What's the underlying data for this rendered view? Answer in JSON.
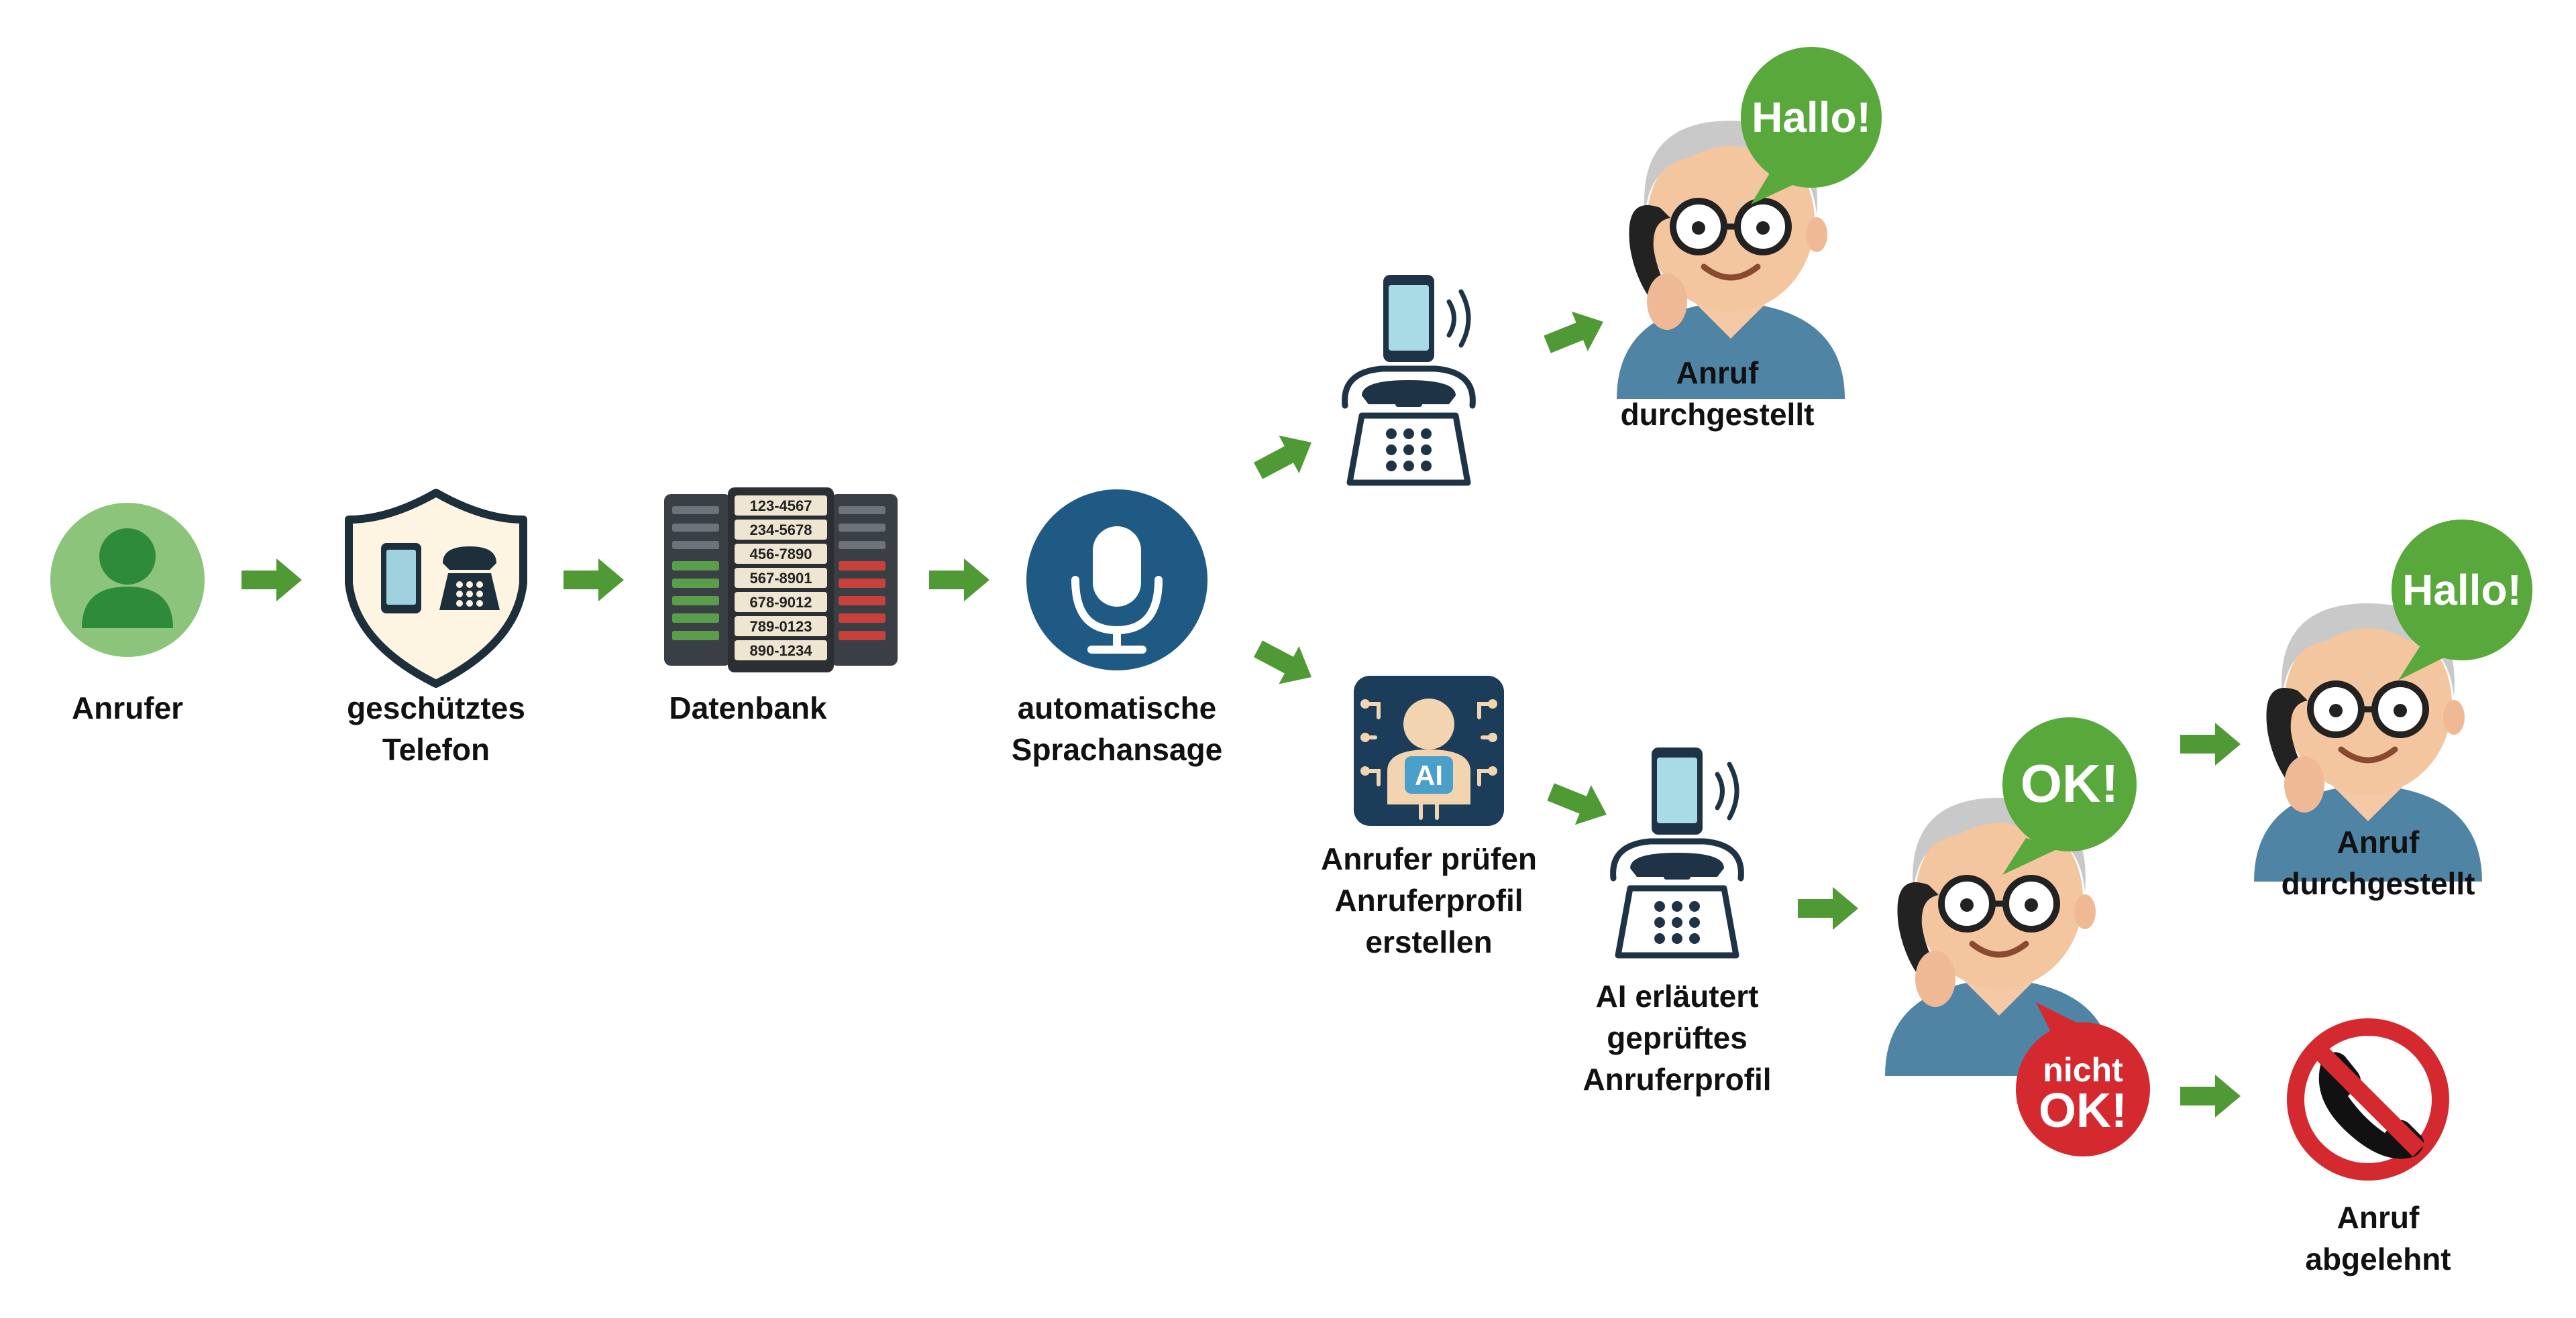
{
  "colors": {
    "arrow": "#4f9a34",
    "caller_green": "#5fa84f",
    "mic_blue": "#1f5a85",
    "ai_navy": "#1c3d5a",
    "bubble_green": "#58a83c",
    "bubble_red": "#d42a2f",
    "phone_navy": "#1f3347",
    "server_dark": "#3a3f45"
  },
  "nodes": {
    "caller": {
      "label": "Anrufer",
      "icon": "person-icon"
    },
    "protected_phone": {
      "label_line1": "geschütztes",
      "label_line2": "Telefon",
      "icon": "shield-phone-icon"
    },
    "database": {
      "label": "Datenbank",
      "icon": "server-rack-icon",
      "numbers": [
        "123-4567",
        "234-5678",
        "456-7890",
        "567-8901",
        "678-9012",
        "789-0123",
        "890-1234"
      ]
    },
    "voice": {
      "label_line1": "automatische",
      "label_line2": "Sprachansage",
      "icon": "microphone-icon"
    },
    "ai_check": {
      "label_line1": "Anrufer prüfen",
      "label_line2": "Anruferprofil",
      "label_line3": "erstellen",
      "icon": "ai-profile-icon",
      "badge": "AI"
    },
    "ai_explain": {
      "label_line1": "AI erläutert",
      "label_line2": "geprüftes",
      "label_line3": "Anruferprofil",
      "icon": "ringing-phones-icon"
    },
    "top_connected": {
      "label_line1": "Anruf",
      "label_line2": "durchgestellt",
      "bubble": "Hallo!",
      "icon": "elderly-person-phone-icon"
    },
    "decision": {
      "bubble_ok": "OK!",
      "bubble_not_line1": "nicht",
      "bubble_not_line2": "OK!",
      "icon": "elderly-person-phone-icon"
    },
    "bottom_connected": {
      "label_line1": "Anruf",
      "label_line2": "durchgestellt",
      "bubble": "Hallo!",
      "icon": "elderly-person-phone-icon"
    },
    "rejected": {
      "label_line1": "Anruf",
      "label_line2": "abgelehnt",
      "icon": "no-phone-icon"
    }
  }
}
